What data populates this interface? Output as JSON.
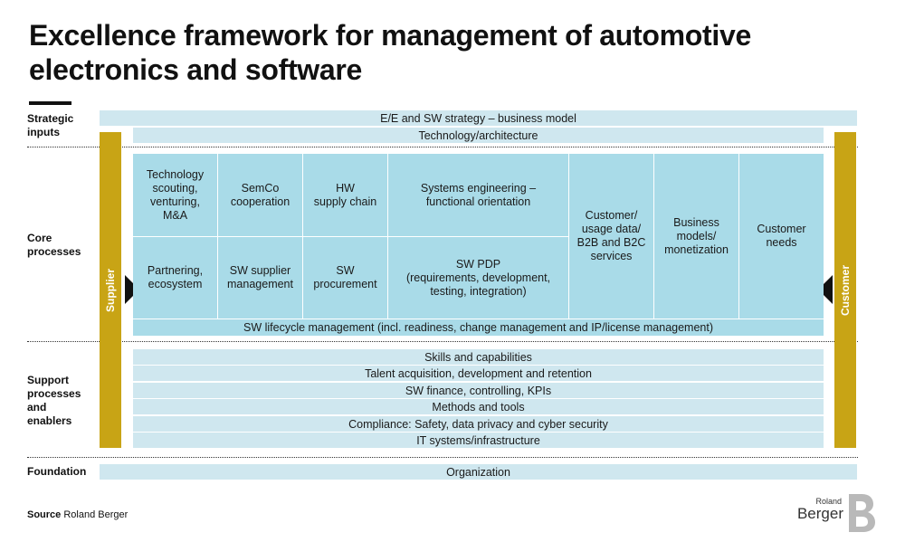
{
  "title_line1": "Excellence framework for management of automotive",
  "title_line2": "electronics and software",
  "side_labels": {
    "strategic": [
      "Strategic",
      "inputs"
    ],
    "core": [
      "Core",
      "processes"
    ],
    "support": [
      "Support",
      "processes",
      "and",
      "enablers"
    ],
    "foundation": "Foundation"
  },
  "strategic_bands": [
    "E/E and SW strategy – business model",
    "Technology/architecture"
  ],
  "supplier_label": "Supplier",
  "customer_label": "Customer",
  "core_top_row": [
    [
      "Technology",
      "scouting,",
      "venturing,",
      "M&A"
    ],
    [
      "SemCo",
      "cooperation"
    ],
    [
      "HW",
      "supply chain"
    ],
    [
      "Systems engineering –",
      "functional orientation"
    ]
  ],
  "core_bottom_row": [
    [
      "Partnering,",
      "ecosystem"
    ],
    [
      "SW supplier",
      "management"
    ],
    [
      "SW",
      "procurement"
    ],
    [
      "SW PDP",
      "(requirements, development,",
      "testing, integration)"
    ]
  ],
  "core_tall_cells": [
    [
      "Customer/",
      "usage data/",
      "B2B and B2C",
      "services"
    ],
    [
      "Business",
      "models/",
      "monetization"
    ],
    [
      "Customer",
      "needs"
    ]
  ],
  "lifecycle_band": "SW lifecycle management (incl. readiness, change management and IP/license management)",
  "support_bands": [
    "Skills and capabilities",
    "Talent acquisition, development and retention",
    "SW finance, controlling, KPIs",
    "Methods and tools",
    "Compliance: Safety, data privacy and cyber security",
    "IT systems/infrastructure"
  ],
  "foundation_band": "Organization",
  "source_label": "Source",
  "source_text": "Roland Berger",
  "logo": {
    "line1": "Roland",
    "line2": "Berger"
  }
}
